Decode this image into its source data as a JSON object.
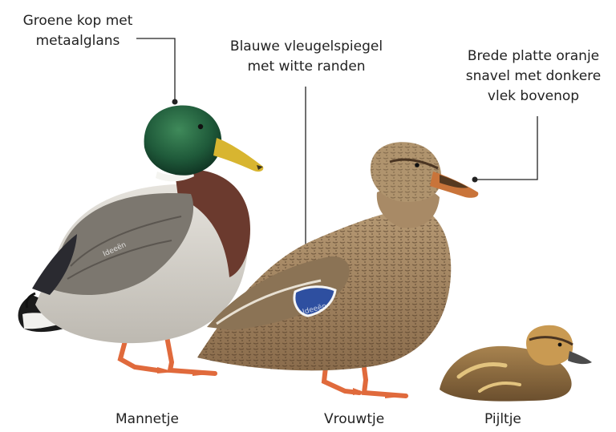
{
  "labels": {
    "head": "Groene kop met\nmetaalglans",
    "wing": "Blauwe vleugelspiegel\nmet witte randen",
    "bill": "Brede platte oranje\nsnavel met donkere\nvlek bovenop"
  },
  "captions": {
    "male": "Mannetje",
    "female": "Vrouwtje",
    "duckling": "Pijltje"
  },
  "watermark": "Ideeën",
  "colors": {
    "male_head": "#1f5a3a",
    "male_breast": "#6b3a2e",
    "male_body": "#d9d6d0",
    "speculum": "#2e4fa0",
    "female_body": "#a88a66",
    "bill_male": "#d8b530",
    "bill_female": "#c9743a",
    "legs": "#e06a3c",
    "duckling": "#8c6a3e",
    "leader_line": "#222222"
  }
}
